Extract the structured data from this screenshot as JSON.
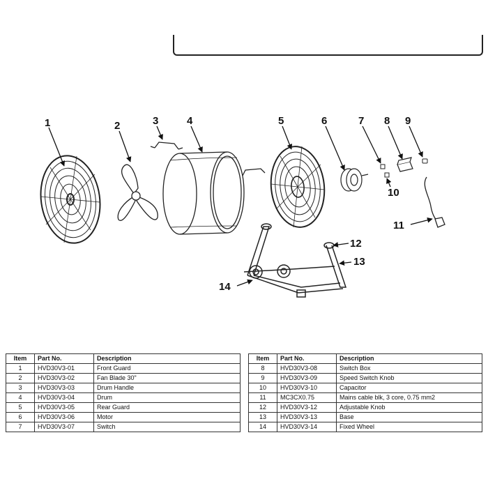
{
  "callouts": {
    "c1": "1",
    "c2": "2",
    "c3": "3",
    "c4": "4",
    "c5": "5",
    "c6": "6",
    "c7": "7",
    "c8": "8",
    "c9": "9",
    "c10": "10",
    "c11": "11",
    "c12": "12",
    "c13": "13",
    "c14": "14"
  },
  "table_headers": {
    "item": "Item",
    "part_no": "Part No.",
    "description": "Description"
  },
  "parts_left": [
    {
      "item": "1",
      "part_no": "HVD30V3-01",
      "description": "Front Guard"
    },
    {
      "item": "2",
      "part_no": "HVD30V3-02",
      "description": "Fan Blade 30\""
    },
    {
      "item": "3",
      "part_no": "HVD30V3-03",
      "description": "Drum Handle"
    },
    {
      "item": "4",
      "part_no": "HVD30V3-04",
      "description": "Drum"
    },
    {
      "item": "5",
      "part_no": "HVD30V3-05",
      "description": "Rear Guard"
    },
    {
      "item": "6",
      "part_no": "HVD30V3-06",
      "description": "Motor"
    },
    {
      "item": "7",
      "part_no": "HVD30V3-07",
      "description": "Switch"
    }
  ],
  "parts_right": [
    {
      "item": "8",
      "part_no": "HVD30V3-08",
      "description": "Switch Box"
    },
    {
      "item": "9",
      "part_no": "HVD30V3-09",
      "description": "Speed Switch Knob"
    },
    {
      "item": "10",
      "part_no": "HVD30V3-10",
      "description": "Capacitor"
    },
    {
      "item": "11",
      "part_no": "MC3CX0.75",
      "description": "Mains cable blk, 3 core, 0.75 mm2"
    },
    {
      "item": "12",
      "part_no": "HVD30V3-12",
      "description": "Adjustable Knob"
    },
    {
      "item": "13",
      "part_no": "HVD30V3-13",
      "description": "Base"
    },
    {
      "item": "14",
      "part_no": "HVD30V3-14",
      "description": "Fixed Wheel"
    }
  ]
}
